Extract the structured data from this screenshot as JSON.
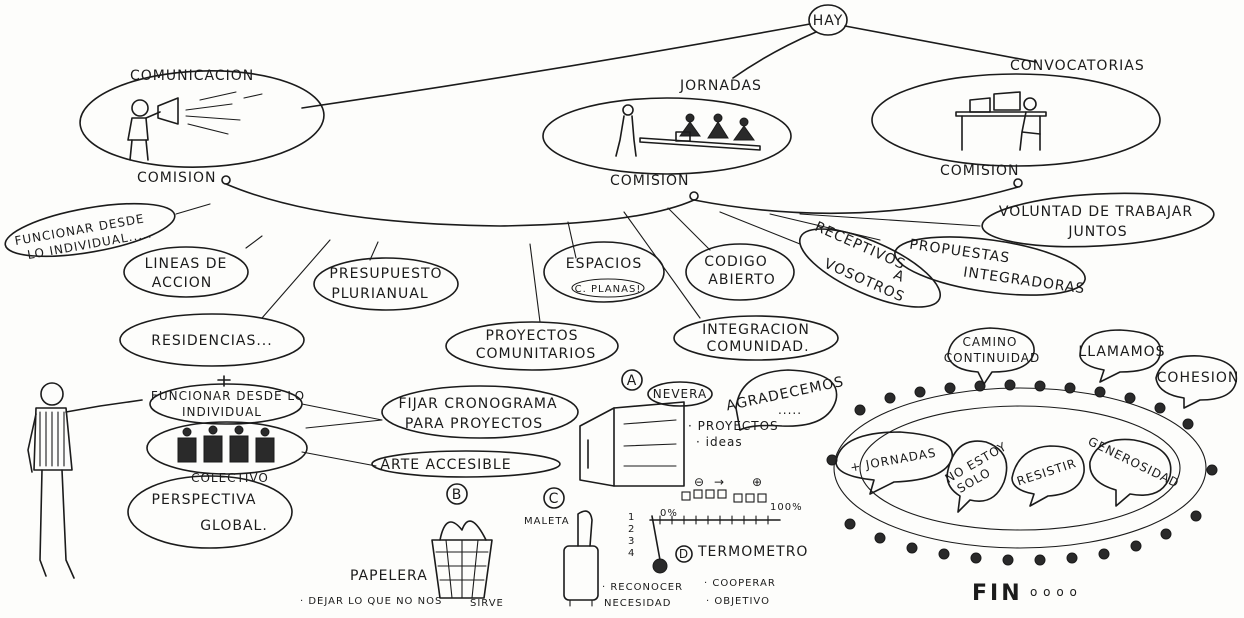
{
  "root": "HAY",
  "commissions": {
    "comunicacion": {
      "title": "COMUNICACION",
      "label": "COMISION"
    },
    "jornadas": {
      "title": "JORNADAS",
      "label": "COMISION"
    },
    "convocatorias": {
      "title": "CONVOCATORIAS",
      "label": "COMISION"
    }
  },
  "branches": {
    "funcionar": [
      "FUNCIONAR DESDE",
      "LO INDIVIDUAL....."
    ],
    "lineas": [
      "LINEAS DE",
      "ACCION"
    ],
    "residencias": "RESIDENCIAS...",
    "presupuesto": [
      "PRESUPUESTO",
      "PLURIANUAL"
    ],
    "espacios": "ESPACIOS",
    "espacios_sub": "C. PLANAS!",
    "proyectos": [
      "PROYECTOS",
      "COMUNITARIOS"
    ],
    "codigo": [
      "CODIGO",
      "ABIERTO"
    ],
    "integracion": [
      "INTEGRACION",
      "COMUNIDAD."
    ],
    "receptivos": [
      "RECEPTIVOS",
      "A",
      "VOSOTROS"
    ],
    "propuestas": [
      "PROPUESTAS",
      "INTEGRADORAS"
    ],
    "voluntad": [
      "VOLUNTAD DE TRABAJAR",
      "JUNTOS"
    ]
  },
  "bottom_left": {
    "funcionar_individual": [
      "FUNCIONAR DESDE LO",
      "INDIVIDUAL"
    ],
    "colectivo": "COLECTIVO",
    "perspectiva": [
      "PERSPECTIVA",
      "GLOBAL."
    ],
    "fijar": [
      "FIJAR CRONOGRAMA",
      "PARA PROYECTOS"
    ],
    "arte": "ARTE ACCESIBLE"
  },
  "center": {
    "a": "A",
    "nevera": "NEVERA",
    "nevera_items": [
      "· PROYECTOS",
      "· ideas"
    ],
    "b": "B",
    "c": "C",
    "d": "D",
    "papelera": "PAPELERA",
    "papelera_note_1": "· DEJAR LO QUE NO NOS",
    "papelera_note_2": "SIRVE",
    "maleta": "MALETA",
    "maleta_notes": [
      "· RECONOCER",
      "NECESIDAD",
      "· COOPERAR",
      "· OBJETIVO"
    ],
    "agradecemos": [
      "AGRADECEMOS",
      "....."
    ],
    "termometro": "TERMOMETRO",
    "minus": "⊖",
    "plus": "⊕",
    "arrow": "→",
    "zero": "0%",
    "hundred": "100%",
    "scale_marks": [
      "1",
      "2",
      "3",
      "4"
    ]
  },
  "circle": {
    "camino": [
      "CAMINO",
      "CONTINUIDAD"
    ],
    "llamamos": "LLAMAMOS",
    "cohesion": "COHESION",
    "jornadas": "+ JORNADAS",
    "no_solo": [
      "NO ESTOY",
      "SOLO"
    ],
    "resistir": "RESISTIR",
    "generosidad": "GENEROSIDAD"
  },
  "fin": "FIN",
  "fin_dots": "o o o o"
}
